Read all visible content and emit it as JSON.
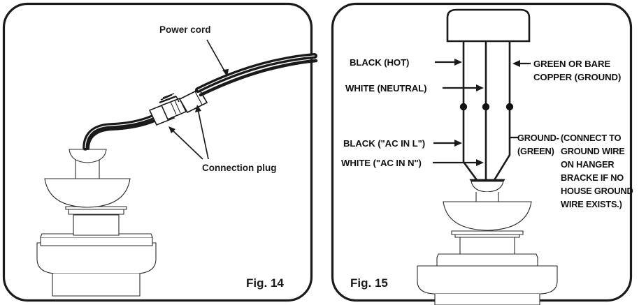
{
  "figures": [
    {
      "id": "fig-14",
      "caption": "Fig. 14",
      "labels": {
        "power_cord": "Power cord",
        "connection_plug": "Connection plug"
      },
      "icons": {
        "cord": "power-cord-icon",
        "plug_male": "male-connector-icon",
        "plug_female": "female-connector-icon",
        "fan_body": "ceiling-fan-motor-icon"
      }
    },
    {
      "id": "fig-15",
      "caption": "Fig. 15",
      "labels": {
        "black_hot": "BLACK (HOT)",
        "white_neutral": "WHITE (NEUTRAL)",
        "green_ground_line1": "GREEN OR BARE",
        "green_ground_line2": "COPPER (GROUND)",
        "black_ac_in_l": "BLACK (\"AC IN L\")",
        "white_ac_in_n": "WHITE (\"AC IN N\")",
        "ground_green_line1": "GROUND-",
        "ground_green_line2": "(GREEN)",
        "ground_note": [
          "(CONNECT TO",
          "GROUND WIRE",
          "ON HANGER",
          "BRACKE IF NO",
          "HOUSE GROUND",
          "WIRE EXISTS.)"
        ]
      },
      "icons": {
        "hanger_bracket": "hanger-bracket-icon",
        "wire_left": "black-hot-wire-icon",
        "wire_middle": "white-neutral-wire-icon",
        "wire_right": "green-ground-wire-icon",
        "junction_dot": "wire-junction-dot-icon",
        "fan_body": "ceiling-fan-motor-icon"
      }
    }
  ],
  "colors": {
    "line": "#1a1a1a",
    "text": "#111111",
    "background": "#ffffff"
  }
}
